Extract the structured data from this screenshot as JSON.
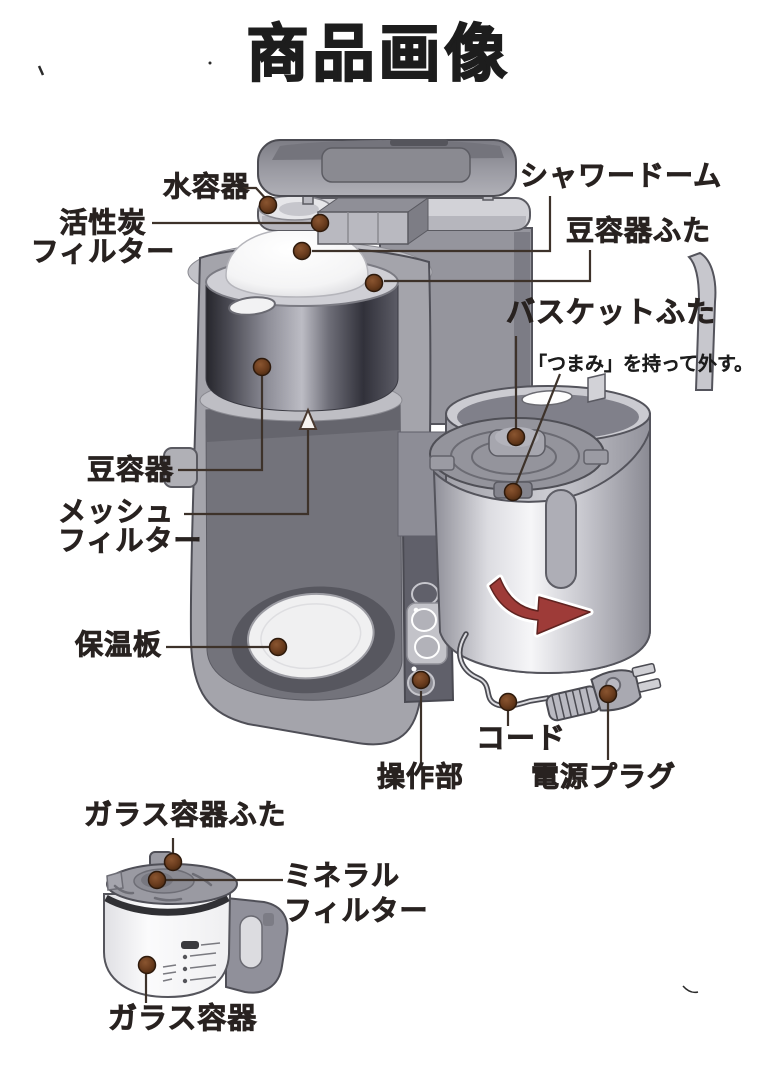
{
  "title": "商品画像",
  "colors": {
    "label_text": "#282220",
    "leader_line": "#3d322a",
    "callout_dot": "#6b3d1e",
    "rotate_arrow": "#9e3b38"
  },
  "labels": {
    "water_container": "水容器",
    "carbon_filter_line1": "活性炭",
    "carbon_filter_line2": "フィルター",
    "shower_dome": "シャワードーム",
    "bean_container_lid": "豆容器ふた",
    "basket_lid": "バスケットふた",
    "basket_lid_note": "「つまみ」を持って外す。",
    "bean_container": "豆容器",
    "mesh_filter_line1": "メッシュ",
    "mesh_filter_line2": "フィルター",
    "warming_plate": "保温板",
    "control_panel": "操作部",
    "cord": "コード",
    "power_plug": "電源プラグ",
    "glass_lid": "ガラス容器ふた",
    "mineral_filter_line1": "ミネラル",
    "mineral_filter_line2": "フィルター",
    "glass_container": "ガラス容器"
  }
}
